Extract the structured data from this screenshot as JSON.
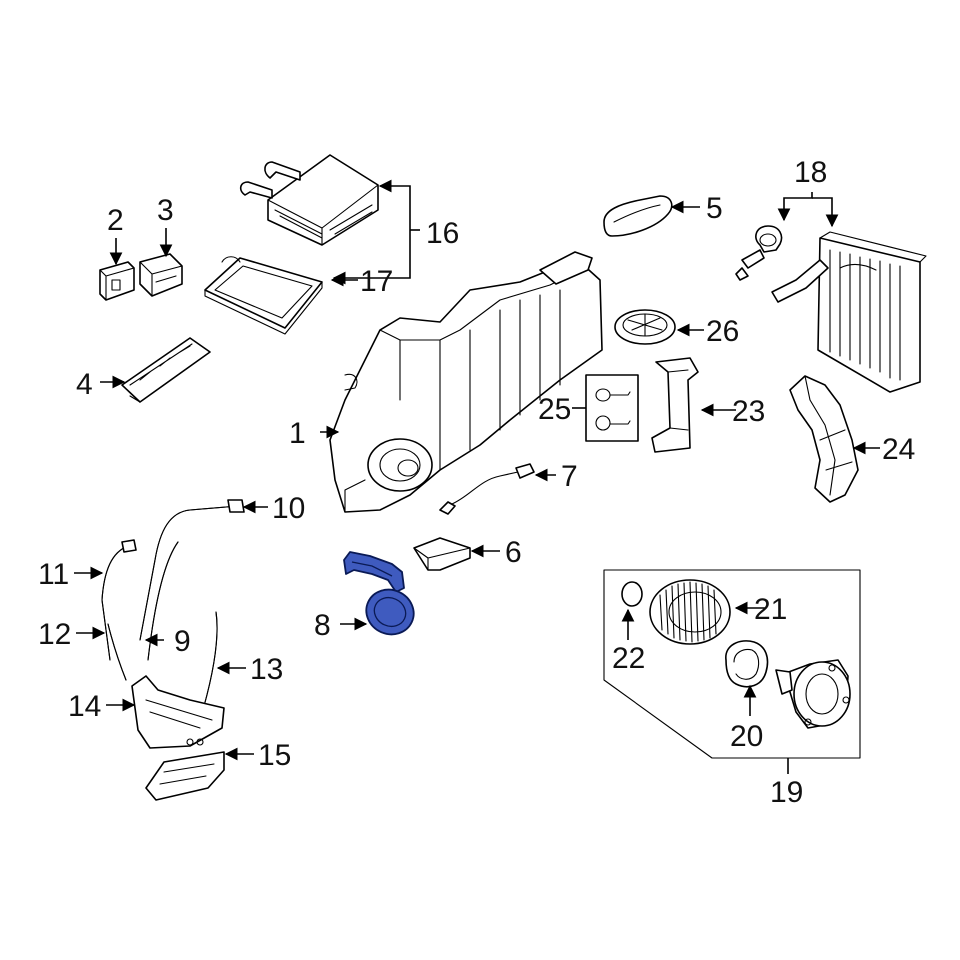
{
  "diagram": {
    "highlight_color": "#3f5bbf",
    "line_color": "#000000",
    "highlighted_part": "8",
    "callouts": {
      "c1": "1",
      "c2": "2",
      "c3": "3",
      "c4": "4",
      "c5": "5",
      "c6": "6",
      "c7": "7",
      "c8": "8",
      "c9": "9",
      "c10": "10",
      "c11": "11",
      "c12": "12",
      "c13": "13",
      "c14": "14",
      "c15": "15",
      "c16": "16",
      "c17": "17",
      "c18": "18",
      "c19": "19",
      "c20": "20",
      "c21": "21",
      "c22": "22",
      "c23": "23",
      "c24": "24",
      "c25": "25",
      "c26": "26"
    }
  }
}
